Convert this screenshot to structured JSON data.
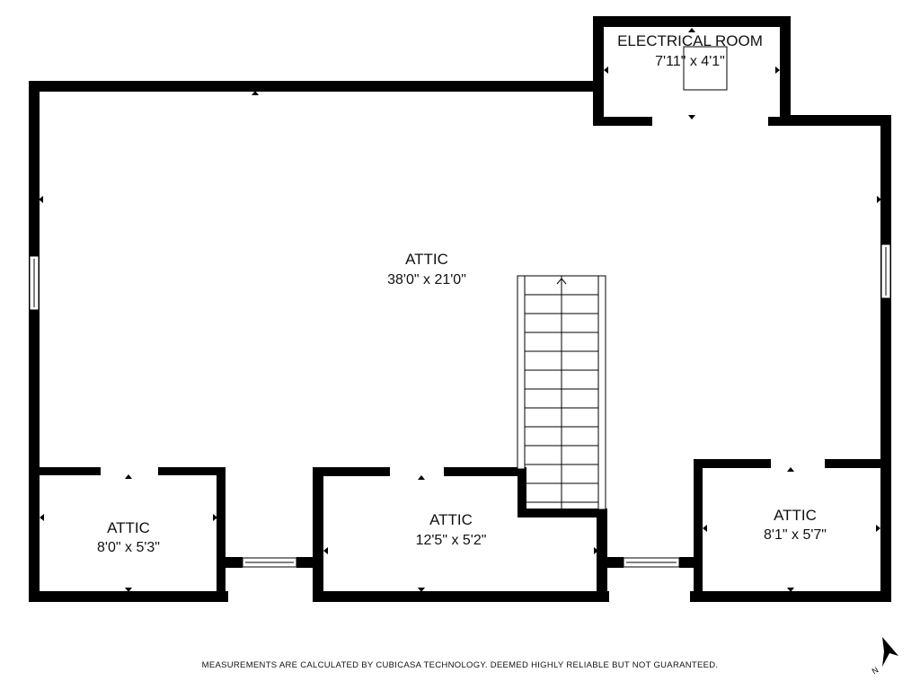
{
  "rooms": {
    "electrical": {
      "name": "ELECTRICAL ROOM",
      "dims": "7'11\" x 4'1\""
    },
    "attic_main": {
      "name": "ATTIC",
      "dims": "38'0\" x 21'0\""
    },
    "attic_sw": {
      "name": "ATTIC",
      "dims": "8'0\" x 5'3\""
    },
    "attic_s": {
      "name": "ATTIC",
      "dims": "12'5\" x 5'2\""
    },
    "attic_se": {
      "name": "ATTIC",
      "dims": "8'1\" x 5'7\""
    }
  },
  "compass": {
    "label": "N",
    "icon": "north-arrow-icon"
  },
  "footer": {
    "disclaimer": "MEASUREMENTS ARE CALCULATED BY CUBICASA TECHNOLOGY. DEEMED HIGHLY RELIABLE BUT NOT GUARANTEED."
  },
  "colors": {
    "wall": "#000000",
    "background": "#ffffff"
  }
}
